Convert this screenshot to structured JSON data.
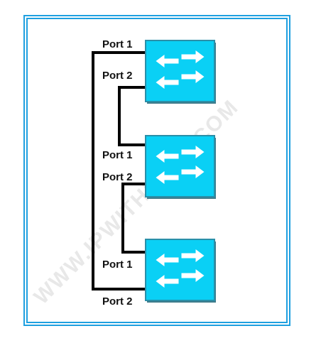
{
  "watermark": "WWW.IPWITHEASE.COM",
  "colors": {
    "frame": "#1fa0e0",
    "switch_fill": "#0ad0f5",
    "switch_border": "#2a8fa8",
    "switch_shadow": "#3f7b8a",
    "arrow": "#ffffff",
    "cable": "#000000"
  },
  "switches": [
    {
      "icon": "switch-icon",
      "ports": [
        "Port 1",
        "Port 2"
      ]
    },
    {
      "icon": "switch-icon",
      "ports": [
        "Port 1",
        "Port 2"
      ]
    },
    {
      "icon": "switch-icon",
      "ports": [
        "Port 1",
        "Port 2"
      ]
    }
  ]
}
